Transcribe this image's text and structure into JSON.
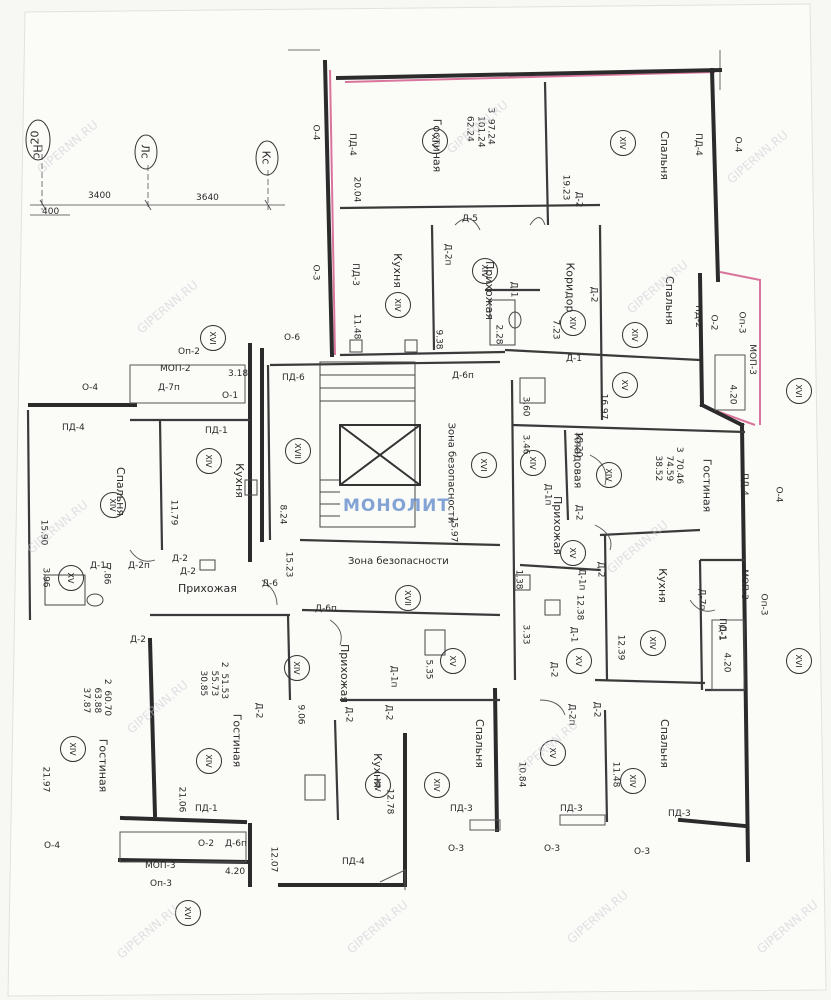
{
  "grid_axes": {
    "a1": "20",
    "a2": "Нс",
    "a3": "Лс",
    "a4": "Кс"
  },
  "dims": {
    "d1": "3400",
    "d2": "3640",
    "d3": "400"
  },
  "rooms": {
    "living_3": "Гостиная",
    "bedroom_top": "Спальня",
    "kitchen_top": "Кухня",
    "hall_top": "Прихожая",
    "corridor": "Коридор",
    "bedroom_right": "Спальня",
    "bedroom_left": "Спальня",
    "kitchen_left": "Кухня",
    "hall_left": "Прихожая",
    "living_2": "Гостиная",
    "living_2b": "Гостиная",
    "hall_mid": "Прихожая",
    "kitchen_mid": "Кухня",
    "bedroom_mid": "Спальня",
    "storage": "Кладовая",
    "living_3b": "Гостиная",
    "hall_right": "Прихожая",
    "kitchen_right": "Кухня",
    "bedroom_br": "Спальня",
    "safe_zone_v": "Зона безопасности",
    "safe_zone_h": "Зона безопасности"
  },
  "areas": {
    "a_2004": "20.04",
    "a_1923": "19.23",
    "a_1148": "11.48",
    "a_938": "9.38",
    "a_228": "2.28",
    "a_723": "7.23",
    "a_1697": "16.97",
    "a_360": "3.60",
    "a_420a": "4.20",
    "a_318": "3.18",
    "a_1590": "15.90",
    "a_1179": "11.79",
    "a_396": "3.96",
    "a_786": "7.86",
    "a_824": "8.24",
    "a_1597": "15.97",
    "a_1523": "15.23",
    "a_1820": "18.20",
    "a_3146": "3.46",
    "a_138": "1.38",
    "a_1238": "12.38",
    "a_333": "3.33",
    "a_1239": "12.39",
    "a_420b": "4.20",
    "a_535": "5.35",
    "a_906": "9.06",
    "a_1278": "12.78",
    "a_1084": "10.84",
    "a_1148b": "11.48",
    "a_2197": "21.97",
    "a_2106": "21.06",
    "a_1207": "12.07",
    "a_420c": "4.20"
  },
  "flats": {
    "f3_top": "3  97.24\n   101.24\n   62.24",
    "f3_right": "3  70.46\n   74.59\n   38.52",
    "f2_left": "2  60.70\n   63.88\n   37.87",
    "f2_mid": "2  51.53\n   55.73\n   30.85"
  },
  "tags": {
    "pd4_a": "ПД-4",
    "pd4_b": "ПД-4",
    "pd3_a": "ПД-3",
    "pd2": "ПД-2",
    "pd6": "ПД-6",
    "pd1_a": "ПД-1",
    "pd4_c": "ПД-4",
    "pd1_b": "ПД-1",
    "pd4_d": "ПД-4",
    "pd3_b": "ПД-3",
    "pd3_c": "ПД-3",
    "pd3_d": "ПД-3",
    "pd4_e": "ПД-4",
    "pd1_c": "ПД-1",
    "o4_a": "О-4",
    "o3_a": "О-3",
    "o6": "О-6",
    "o4_b": "О-4",
    "o4_c": "О-4",
    "o4_d": "О-4",
    "o4_e": "О-4",
    "o3_b": "О-3",
    "o3_c": "О-3",
    "o3_d": "О-3",
    "o2_a": "О-2",
    "o2_b": "О-2",
    "o1_a": "О-1",
    "o1_b": "О-1",
    "op2": "Оп-2",
    "op3_a": "Оп-3",
    "op3_b": "Оп-3",
    "op3_c": "Оп-3",
    "mop2": "МОП-2",
    "mop3_a": "МОП-3",
    "mop3_b": "МОП-3",
    "mop3_c": "МОП-3",
    "d5": "Д-5",
    "d2_a": "Д-2",
    "d2p_a": "Д-2п",
    "d1_a": "Д-1",
    "d2_b": "Д-2",
    "d1_b": "Д-1",
    "d6p_a": "Д-6п",
    "d7p_a": "Д-7п",
    "d1p_a": "Д-1п",
    "d2p_b": "Д-2п",
    "d2_c": "Д-2",
    "d6_a": "Д-6",
    "d6p_b": "Д-6п",
    "d2_d": "Д-2",
    "d2_e": "Д-2",
    "d1p_b": "Д-1п",
    "d2_f": "Д-2",
    "d2p_c": "Д-2",
    "d1p_c": "Д-1п",
    "d2_g": "Д-2",
    "d7p_b": "Д-7п",
    "d2_h": "Д-2",
    "d2p_d": "Д-2п",
    "d2_i": "Д-2",
    "d6p_c": "Д-6п",
    "d1_c": "Д-1",
    "d2_j": "Д-2",
    "d1p_d": "Д-1п",
    "d2_k": "Д-2"
  },
  "circles": {
    "xiv": "XIV",
    "xv": "XV",
    "xvi": "XVI",
    "xvii": "XVII"
  },
  "logo_text": "МОНОЛИТ",
  "watermark": "GIPERNN.RU",
  "colors": {
    "wall": "#2b2b2b",
    "pink": "#d9759c",
    "line": "#555555",
    "paper": "#f7f7f4",
    "logo": "#5a86c8"
  }
}
